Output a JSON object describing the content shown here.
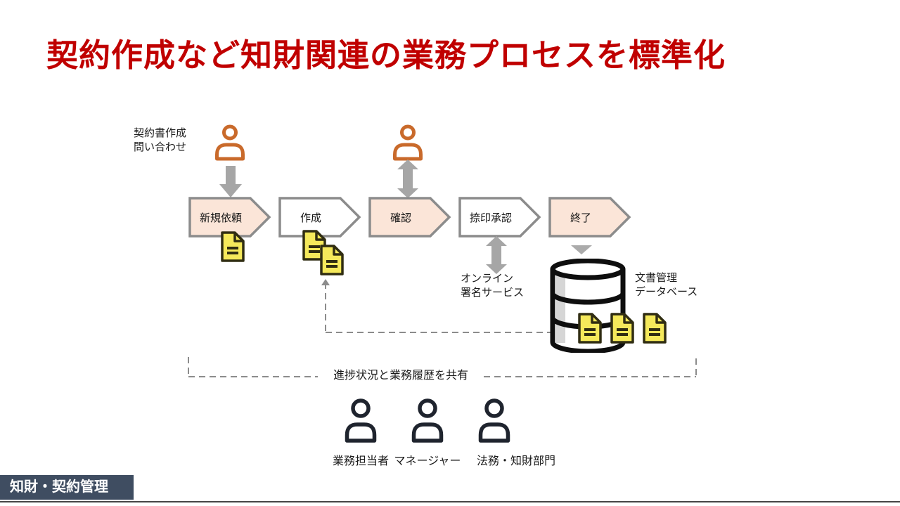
{
  "slide": {
    "title": "契約作成など知財関連の業務プロセスを標準化",
    "footer_badge": "知財・契約管理"
  },
  "flow": {
    "inquiry": {
      "line1": "契約書作成",
      "line2": "問い合わせ"
    },
    "steps": [
      {
        "label": "新規依頼",
        "highlighted": true
      },
      {
        "label": "作成",
        "highlighted": false
      },
      {
        "label": "確認",
        "highlighted": true
      },
      {
        "label": "捺印承認",
        "highlighted": false
      },
      {
        "label": "終了",
        "highlighted": true
      }
    ]
  },
  "annotations": {
    "online_signature": {
      "line1": "オンライン",
      "line2": "署名サービス"
    },
    "document_database": {
      "line1": "文書管理",
      "line2": "データベース"
    },
    "share": "進捗状況と業務履歴を共有"
  },
  "roles": [
    {
      "label": "業務担当者"
    },
    {
      "label": "マネージャー"
    },
    {
      "label": "法務・知財部門"
    }
  ],
  "icons": {
    "requester-icon": "person-outline",
    "reviewer-icon": "person-outline",
    "request-arrow-icon": "block-arrow-down",
    "review-sync-arrow-icon": "double-vertical-arrow",
    "signature-sync-arrow-icon": "double-vertical-arrow",
    "store-arrow-icon": "triangle-down",
    "document-icon": "page-folded-corner",
    "database-icon": "cylinder-stack",
    "feedback-arrow-icon": "dashed-up-arrow",
    "role-person-icon": "person-outline"
  },
  "colors": {
    "title_red": "#C00000",
    "step_fill_highlight": "#FBE5D8",
    "step_fill_plain": "#FFFFFF",
    "step_border": "#8C8C8C",
    "person_orange": "#C96A2B",
    "person_dark": "#1F242E",
    "arrow_gray": "#A6A6A6",
    "document_yellow": "#F5E95B",
    "document_outline": "#302D12",
    "database_outline": "#0E0E0E",
    "dash_gray": "#8C8C8C",
    "badge_bg": "#3F4D61",
    "badge_text": "#FFFFFF"
  }
}
